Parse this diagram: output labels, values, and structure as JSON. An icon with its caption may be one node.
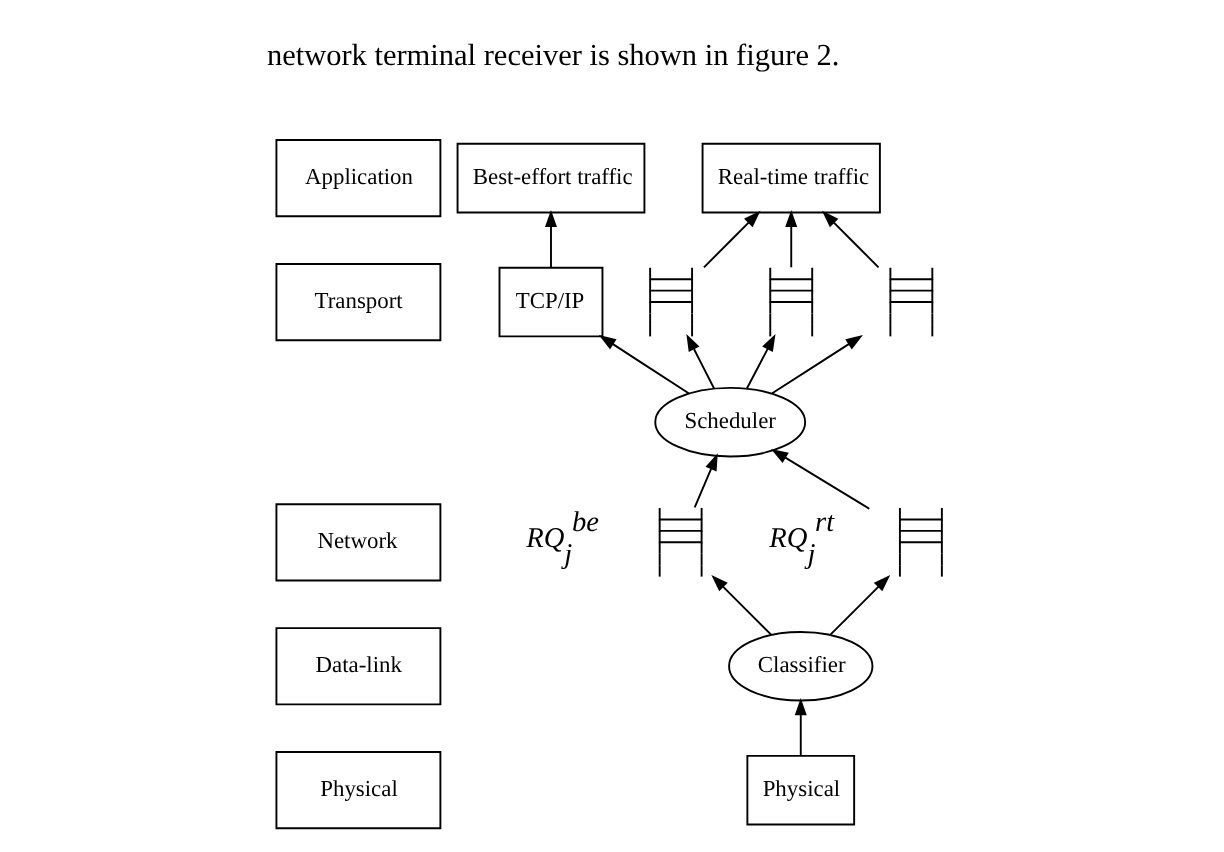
{
  "diagram": {
    "nodes": [
      {
        "text": [
          "Application"
        ]
      },
      {
        "text": [
          "Transport"
        ]
      },
      {
        "text": [
          "Network"
        ]
      },
      {
        "text": [
          "Data-link"
        ]
      },
      {
        "text": [
          "Physical"
        ]
      },
      {
        "text": [
          "Best-effort traffic"
        ]
      },
      {
        "text": [
          "Real-time traffic"
        ]
      },
      {
        "text": [
          "TCP/IP"
        ]
      },
      {
        "text": [],
        "shape": "queue"
      },
      {
        "text": [],
        "shape": "queue"
      },
      {
        "text": [],
        "shape": "queue"
      },
      {
        "text": [
          "Scheduler"
        ]
      },
      {
        "text": [],
        "shape": "queue",
        "beside": [
          "RQ$_{j}$$^{be}$"
        ]
      },
      {
        "text": [],
        "shape": "queue",
        "beside": [
          "RQ$_{j}$$^{rt}$"
        ]
      },
      {
        "text": [
          "Classifier"
        ]
      },
      {
        "text": [
          "Physical"
        ]
      }
    ],
    "edges": [
      {
        "from": 7,
        "to": 5,
        "arrow": "to"
      },
      {
        "from": 8,
        "to": 6,
        "arrow": "to"
      },
      {
        "from": 9,
        "to": 6,
        "arrow": "to"
      },
      {
        "from": 10,
        "to": 6,
        "arrow": "to"
      },
      {
        "from": 11,
        "to": 7,
        "arrow": "to"
      },
      {
        "from": 11,
        "to": 8,
        "arrow": "to"
      },
      {
        "from": 11,
        "to": 9,
        "arrow": "to"
      },
      {
        "from": 11,
        "to": 10,
        "arrow": "to"
      },
      {
        "from": 12,
        "to": 11,
        "arrow": "to"
      },
      {
        "from": 13,
        "to": 11,
        "arrow": "to"
      },
      {
        "from": 14,
        "to": 12,
        "arrow": "to"
      },
      {
        "from": 14,
        "to": 13,
        "arrow": "to"
      },
      {
        "from": 15,
        "to": 14,
        "arrow": "to"
      }
    ],
    "labels": [
      "network terminal receiver is shown in figure 2."
    ]
  }
}
